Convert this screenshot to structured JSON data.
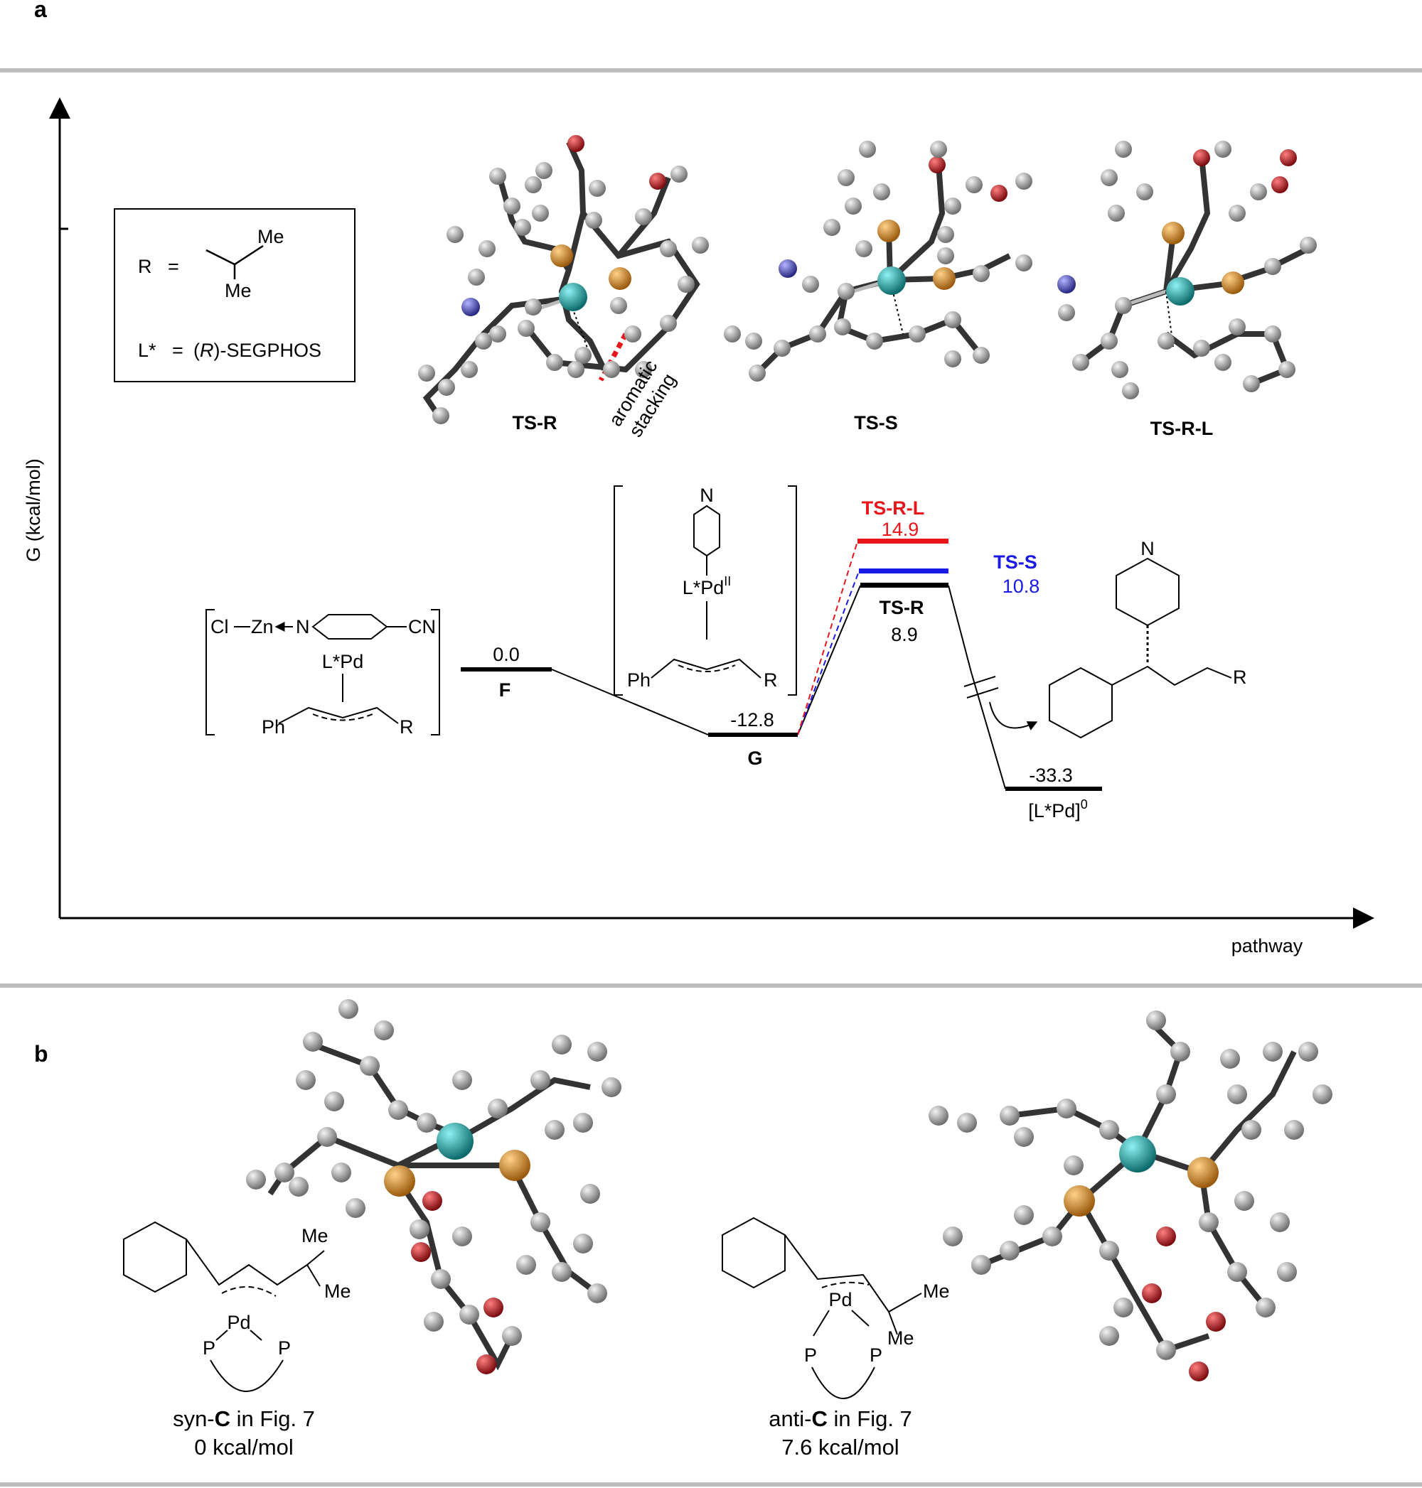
{
  "panels": {
    "a": {
      "letter": "a"
    },
    "b": {
      "letter": "b"
    }
  },
  "axes": {
    "ylabel": "G (kcal/mol)",
    "xlabel": "pathway"
  },
  "legend_box": {
    "r_label": "R",
    "equals": "=",
    "me_top": "Me",
    "me_bottom": "Me",
    "l_label": "L*",
    "l_equals": "=",
    "l_paren_open": "(",
    "l_r": "R",
    "l_rest": ")-SEGPHOS"
  },
  "structure_labels": {
    "ts_r": "TS-R",
    "ts_s": "TS-S",
    "ts_r_l": "TS-R-L",
    "aromatic": "aromatic",
    "stacking": "stacking"
  },
  "states": [
    {
      "id": "F",
      "label": "F",
      "energy": "0.0",
      "value": 0.0
    },
    {
      "id": "G",
      "label": "G",
      "energy": "-12.8",
      "value": -12.8
    },
    {
      "id": "TS-R",
      "label": "TS-R",
      "energy": "8.9",
      "value": 8.9
    },
    {
      "id": "TS-S",
      "label": "TS-S",
      "energy": "10.8",
      "value": 10.8
    },
    {
      "id": "TS-R-L",
      "label": "TS-R-L",
      "energy": "14.9",
      "value": 14.9
    },
    {
      "id": "L*Pd",
      "label": "[L*Pd]",
      "label_sup": "0",
      "energy": "-33.3",
      "value": -33.3
    }
  ],
  "schemes": {
    "f_complex": {
      "cl": "Cl",
      "zn": "Zn",
      "n": "N",
      "cn": "CN",
      "lpd": "L*Pd",
      "ph": "Ph",
      "r": "R"
    },
    "g_complex": {
      "n": "N",
      "lpd": "L*Pd",
      "lpd_sup": "II",
      "ph": "Ph",
      "r": "R"
    },
    "product": {
      "n": "N",
      "r": "R"
    },
    "syn": {
      "me1": "Me",
      "me2": "Me",
      "pd": "Pd",
      "p1": "P",
      "p2": "P",
      "caption1_pre": "syn-",
      "caption1_bold": "C",
      "caption1_post": " in Fig. 7",
      "caption2": "0 kcal/mol"
    },
    "anti": {
      "me1": "Me",
      "me2": "Me",
      "pd": "Pd",
      "p1": "P",
      "p2": "P",
      "caption1_pre": "anti-",
      "caption1_bold": "C",
      "caption1_post": " in Fig. 7",
      "caption2": "7.6 kcal/mol"
    }
  },
  "colors": {
    "ts_r_l": "#e8161b",
    "ts_s": "#1a1ae6",
    "ts_r": "#000000",
    "carbon": "#9a9a9a",
    "oxygen": "#b3141a",
    "phosphorus": "#d48420",
    "palladium": "#1a9e9e",
    "nitrogen": "#4848a8",
    "divider": "#bdbdbd"
  }
}
